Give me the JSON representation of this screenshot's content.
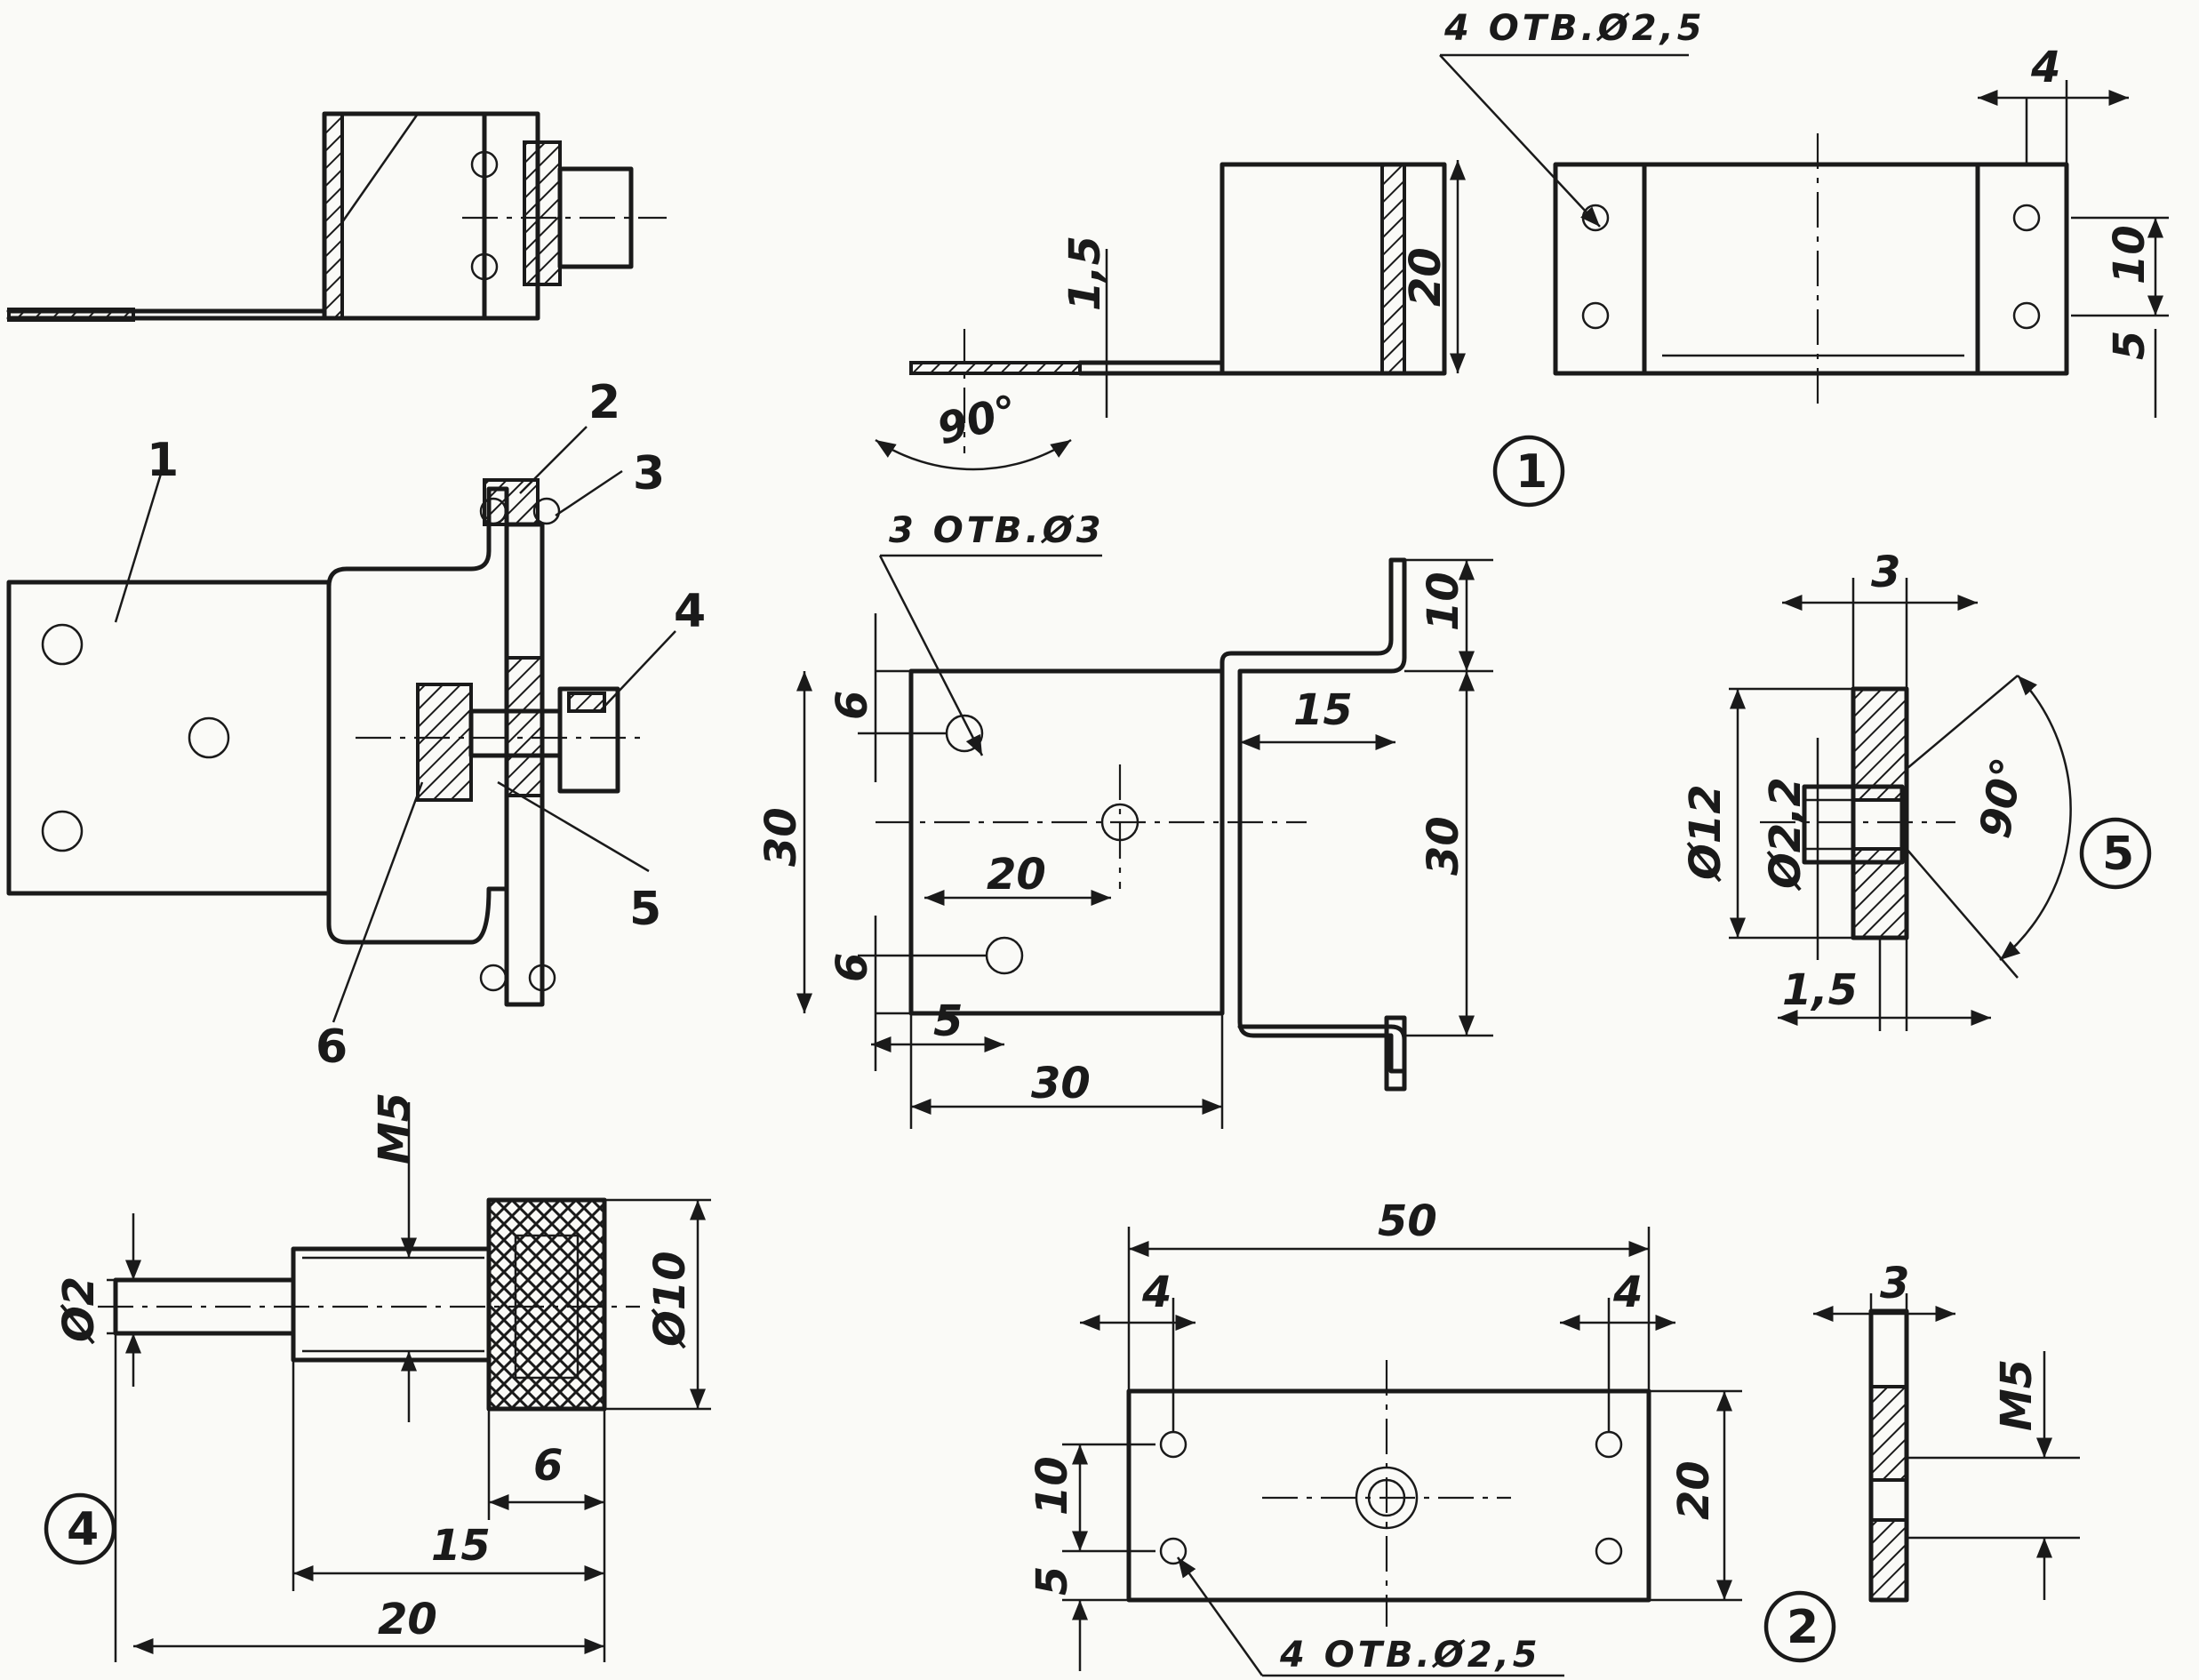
{
  "parts": {
    "p1": "1",
    "p2": "2",
    "p4": "4",
    "p5": "5"
  },
  "callouts": [
    "1",
    "2",
    "3",
    "4",
    "5",
    "6"
  ],
  "notes": {
    "p1_holes": "4 ОТВ.Ø2,5",
    "p3_holes": "3 ОТВ.Ø3",
    "p2_holes": "4 ОТВ.Ø2,5"
  },
  "dims": {
    "p1_thick": "1,5",
    "p1_h": "20",
    "p1_angle": "90°",
    "p1_w4": "4",
    "p1_10": "10",
    "p1_5": "5",
    "p3_6a": "6",
    "p3_30h": "30",
    "p3_6b": "6",
    "p3_20": "20",
    "p3_5": "5",
    "p3_30w": "30",
    "p3_15": "15",
    "p3_10": "10",
    "p3_30r": "30",
    "p5_3": "3",
    "p5_d12": "Ø12",
    "p5_d22": "Ø2,2",
    "p5_angle": "90°",
    "p5_15": "1,5",
    "p4_m5": "M5",
    "p4_d2": "Ø2",
    "p4_d10": "Ø10",
    "p4_6": "6",
    "p4_15": "15",
    "p4_20": "20",
    "p2_50": "50",
    "p2_4a": "4",
    "p2_4b": "4",
    "p2_20": "20",
    "p2_10": "10",
    "p2_5": "5",
    "p2_3": "3",
    "p2_m5": "M5"
  }
}
